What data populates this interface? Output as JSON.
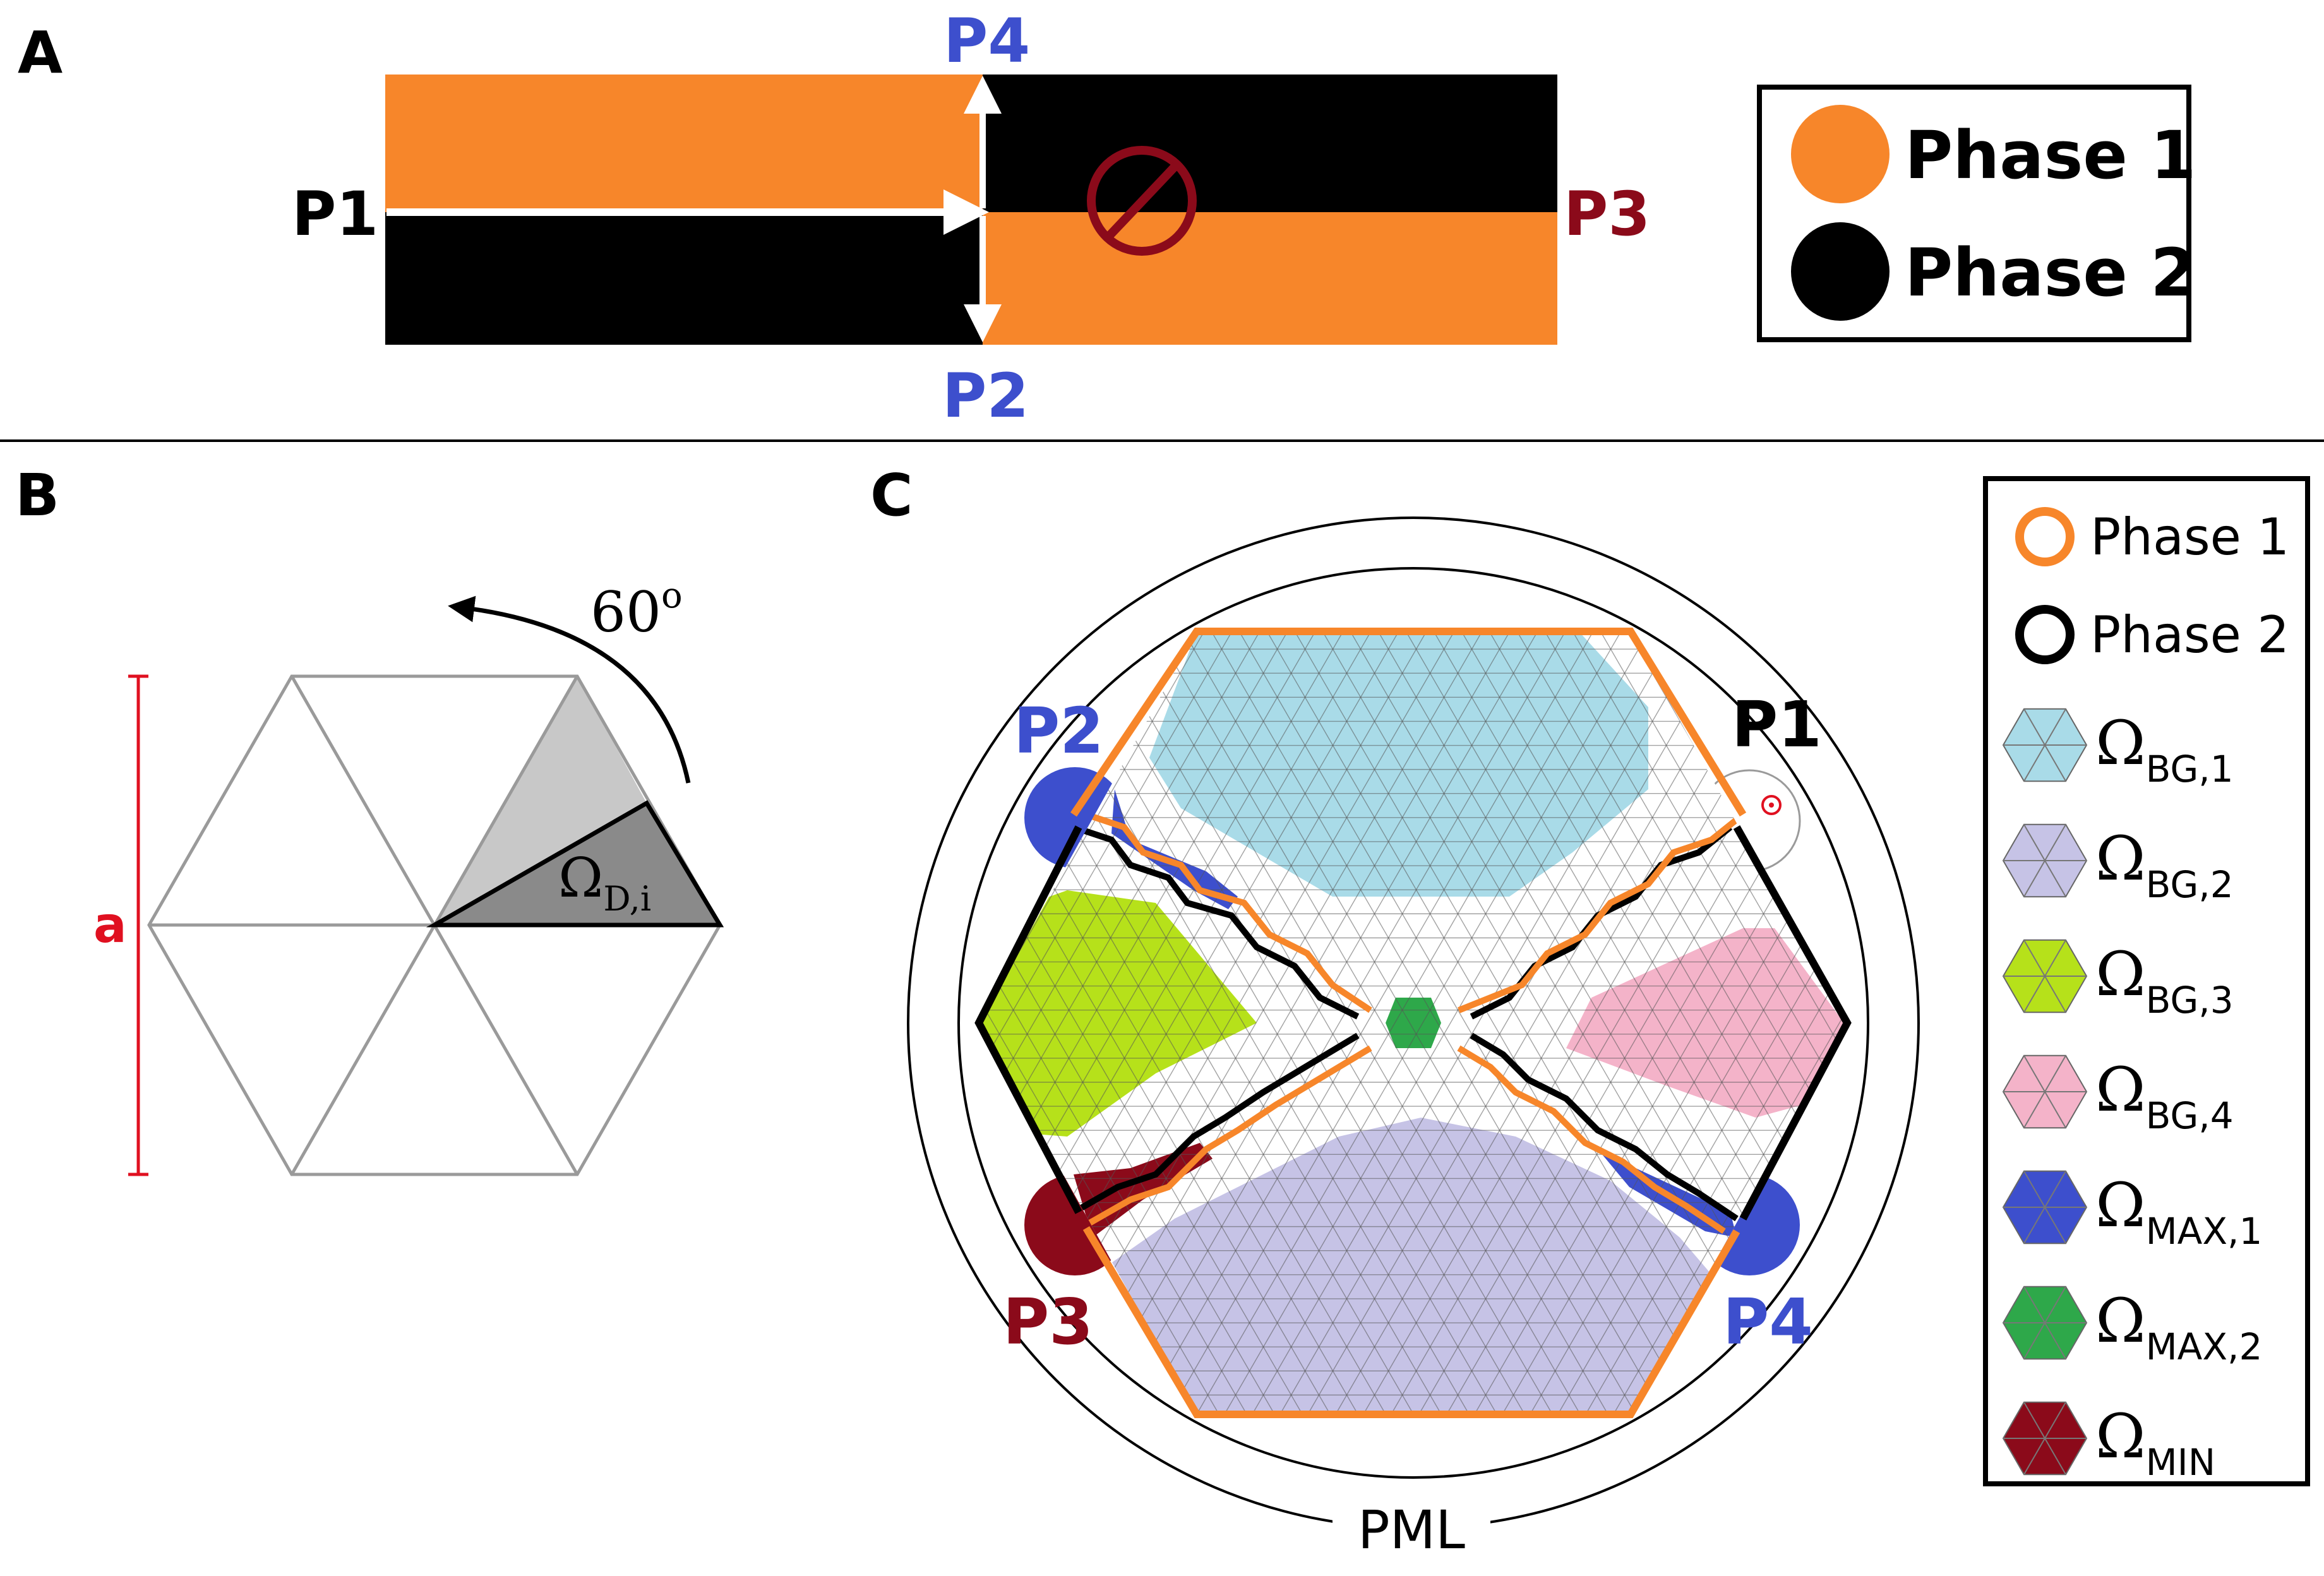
{
  "colors": {
    "phase1": "#f7862a",
    "phase2": "#000000",
    "port_blue": "#3d4fcd",
    "port_red": "#8b0a1a",
    "bg1": "#a9dbe8",
    "bg2": "#c6c3e6",
    "bg3": "#b6e11a",
    "bg4": "#f4b3c9",
    "max1": "#3d4fcd",
    "max2": "#2ea84a",
    "min": "#8b0a1a",
    "gray_light": "#c8c8c8",
    "gray_dark": "#8a8a8a",
    "scale_red": "#e01020"
  },
  "panel_a": {
    "label": "A",
    "ports": {
      "p1": "P1",
      "p2": "P2",
      "p3": "P3",
      "p4": "P4"
    },
    "no_symbol_icon": "prohibited-icon",
    "legend": [
      {
        "label": "Phase 1",
        "swatch": "phase1-dot"
      },
      {
        "label": "Phase 2",
        "swatch": "phase2-dot"
      }
    ]
  },
  "panel_b": {
    "label": "B",
    "angle_label": "60",
    "angle_sup": "o",
    "domain_label": "Ω",
    "domain_sub": "D,i",
    "size_label": "a"
  },
  "panel_c": {
    "label": "C",
    "ports": {
      "p1": "P1",
      "p2": "P2",
      "p3": "P3",
      "p4": "P4"
    },
    "pml_label": "PML",
    "legend": [
      {
        "label": "Phase 1",
        "kind": "ring",
        "color_key": "phase1"
      },
      {
        "label": "Phase 2",
        "kind": "ring",
        "color_key": "phase2"
      },
      {
        "symbol": "Ω",
        "sub": "BG,1",
        "kind": "hex",
        "color_key": "bg1"
      },
      {
        "symbol": "Ω",
        "sub": "BG,2",
        "kind": "hex",
        "color_key": "bg2"
      },
      {
        "symbol": "Ω",
        "sub": "BG,3",
        "kind": "hex",
        "color_key": "bg3"
      },
      {
        "symbol": "Ω",
        "sub": "BG,4",
        "kind": "hex",
        "color_key": "bg4"
      },
      {
        "symbol": "Ω",
        "sub": "MAX,1",
        "kind": "hex",
        "color_key": "max1"
      },
      {
        "symbol": "Ω",
        "sub": "MAX,2",
        "kind": "hex",
        "color_key": "max2"
      },
      {
        "symbol": "Ω",
        "sub": "MIN",
        "kind": "hex",
        "color_key": "min"
      }
    ]
  }
}
